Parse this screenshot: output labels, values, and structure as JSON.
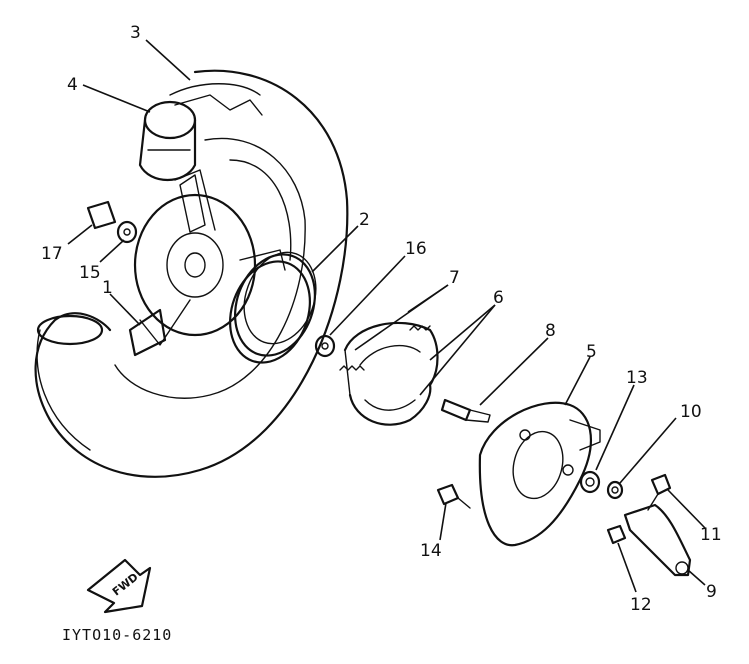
{
  "figure": {
    "id": "IYTO10-6210",
    "direction_label": "FWD"
  },
  "callouts": [
    {
      "num": "1"
    },
    {
      "num": "2"
    },
    {
      "num": "3"
    },
    {
      "num": "4"
    },
    {
      "num": "5"
    },
    {
      "num": "6"
    },
    {
      "num": "7"
    },
    {
      "num": "8"
    },
    {
      "num": "9"
    },
    {
      "num": "10"
    },
    {
      "num": "11"
    },
    {
      "num": "12"
    },
    {
      "num": "13"
    },
    {
      "num": "14"
    },
    {
      "num": "15"
    },
    {
      "num": "16"
    },
    {
      "num": "17"
    }
  ]
}
